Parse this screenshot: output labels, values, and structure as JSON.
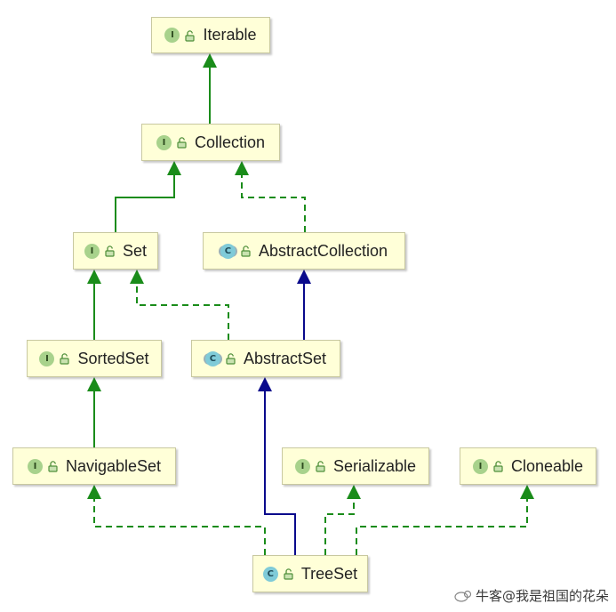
{
  "nodes": {
    "iterable": {
      "kind": "I",
      "label": "Iterable"
    },
    "collection": {
      "kind": "I",
      "label": "Collection"
    },
    "set": {
      "kind": "I",
      "label": "Set"
    },
    "abstract_collection": {
      "kind": "C",
      "label": "AbstractCollection"
    },
    "sorted_set": {
      "kind": "I",
      "label": "SortedSet"
    },
    "abstract_set": {
      "kind": "C",
      "label": "AbstractSet"
    },
    "navigable_set": {
      "kind": "I",
      "label": "NavigableSet"
    },
    "serializable": {
      "kind": "I",
      "label": "Serializable"
    },
    "cloneable": {
      "kind": "I",
      "label": "Cloneable"
    },
    "tree_set": {
      "kind": "C",
      "label": "TreeSet"
    }
  },
  "edge_colors": {
    "interface_extends": "#1a8c1a",
    "implements": "#1a8c1a",
    "class_extends": "#0a0a8c"
  },
  "watermark": "牛客@我是祖国的花朵"
}
